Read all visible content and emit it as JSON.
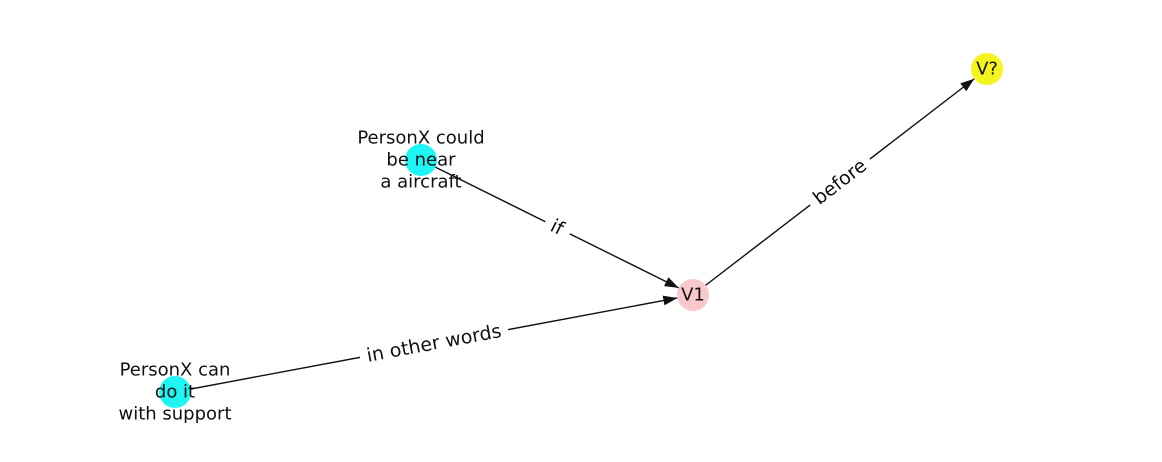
{
  "graph": {
    "nodes": [
      {
        "id": "n1",
        "lines": [
          "PersonX could",
          "be near",
          "a aircraft"
        ],
        "color": "#1ef5f5"
      },
      {
        "id": "n2",
        "lines": [
          "PersonX can",
          "do it",
          "with support"
        ],
        "color": "#1ef5f5"
      },
      {
        "id": "n3",
        "lines": [
          "V1"
        ],
        "color": "#f9c8cc"
      },
      {
        "id": "n4",
        "lines": [
          "V?"
        ],
        "color": "#f5f51e"
      }
    ],
    "edges": [
      {
        "id": "e1",
        "source": "n1",
        "target": "n3",
        "label": "if"
      },
      {
        "id": "e2",
        "source": "n2",
        "target": "n3",
        "label": "in other words"
      },
      {
        "id": "e3",
        "source": "n3",
        "target": "n4",
        "label": "before"
      }
    ]
  }
}
